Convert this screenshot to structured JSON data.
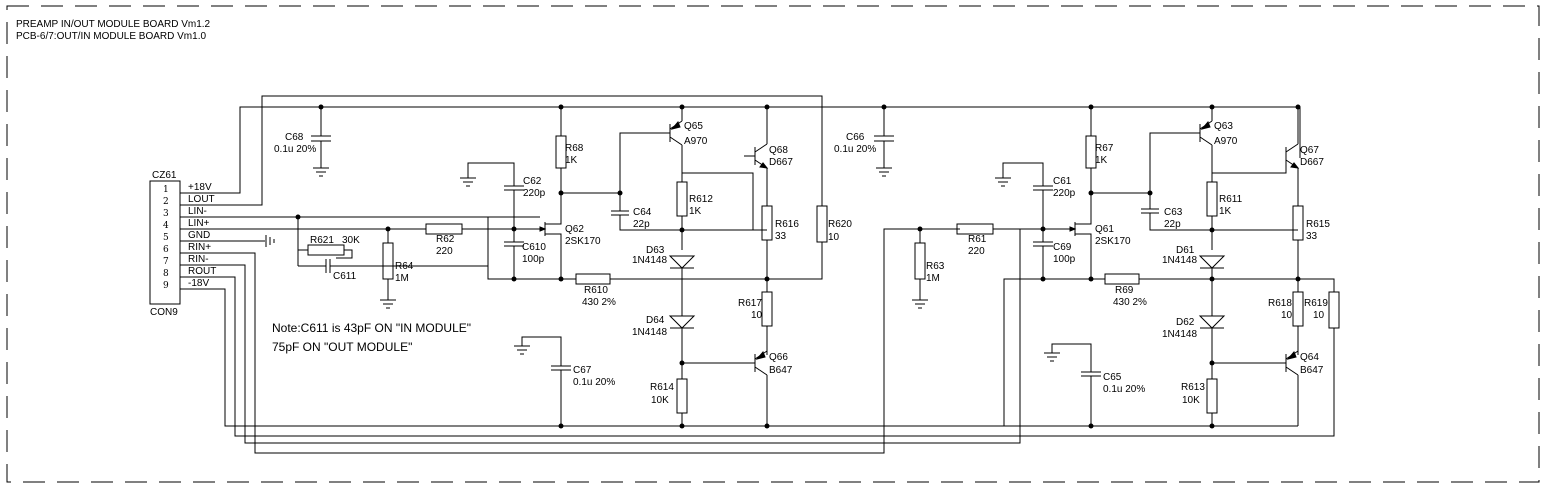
{
  "header": {
    "line1": "PREAMP IN/OUT MODULE BOARD Vm1.2",
    "line2": "PCB-6/7:OUT/IN  MODULE BOARD Vm1.0"
  },
  "connector": {
    "ref": "CZ61",
    "part": "CON9",
    "pins": [
      {
        "num": "1",
        "signal": "+18V"
      },
      {
        "num": "2",
        "signal": "LOUT"
      },
      {
        "num": "3",
        "signal": "LIN-"
      },
      {
        "num": "4",
        "signal": "LIN+"
      },
      {
        "num": "5",
        "signal": "GND"
      },
      {
        "num": "6",
        "signal": "RIN+"
      },
      {
        "num": "7",
        "signal": "RIN-"
      },
      {
        "num": "8",
        "signal": "ROUT"
      },
      {
        "num": "9",
        "signal": "-18V"
      }
    ]
  },
  "left": {
    "c68": {
      "ref": "C68",
      "value": "0.1u 20%"
    },
    "r68": {
      "ref": "R68",
      "value": "1K"
    },
    "q65": {
      "ref": "Q65",
      "part": "A970"
    },
    "q68": {
      "ref": "Q68",
      "part": "D667"
    },
    "c62": {
      "ref": "C62",
      "value": "220p"
    },
    "q62": {
      "ref": "Q62",
      "part": "2SK170"
    },
    "r612": {
      "ref": "R612",
      "value": "1K"
    },
    "c64": {
      "ref": "C64",
      "value": "22p"
    },
    "r616": {
      "ref": "R616",
      "value": "33"
    },
    "r620": {
      "ref": "R620",
      "value": "10"
    },
    "r621": {
      "ref": "R621",
      "value": "30K"
    },
    "r62": {
      "ref": "R62",
      "value": "220"
    },
    "c610": {
      "ref": "C610",
      "value": "100p"
    },
    "c611": {
      "ref": "C611"
    },
    "r64": {
      "ref": "R64",
      "value": "1M"
    },
    "d63": {
      "ref": "D63",
      "part": "1N4148"
    },
    "r610": {
      "ref": "R610",
      "value": "430 2%"
    },
    "r617": {
      "ref": "R617",
      "value": "10"
    },
    "d64": {
      "ref": "D64",
      "part": "1N4148"
    },
    "c67": {
      "ref": "C67",
      "value": "0.1u 20%"
    },
    "q66": {
      "ref": "Q66",
      "part": "B647"
    },
    "r614": {
      "ref": "R614",
      "value": "10K"
    }
  },
  "right": {
    "c66": {
      "ref": "C66",
      "value": "0.1u 20%"
    },
    "r67": {
      "ref": "R67",
      "value": "1K"
    },
    "q63": {
      "ref": "Q63",
      "part": "A970"
    },
    "q67": {
      "ref": "Q67",
      "part": "D667"
    },
    "c61": {
      "ref": "C61",
      "value": "220p"
    },
    "q61": {
      "ref": "Q61",
      "part": "2SK170"
    },
    "r611": {
      "ref": "R611",
      "value": "1K"
    },
    "c63": {
      "ref": "C63",
      "value": "22p"
    },
    "r615": {
      "ref": "R615",
      "value": "33"
    },
    "r61": {
      "ref": "R61",
      "value": "220"
    },
    "c69": {
      "ref": "C69",
      "value": "100p"
    },
    "r63": {
      "ref": "R63",
      "value": "1M"
    },
    "d61": {
      "ref": "D61",
      "part": "1N4148"
    },
    "r69": {
      "ref": "R69",
      "value": "430 2%"
    },
    "r618": {
      "ref": "R618",
      "value": "10"
    },
    "r619": {
      "ref": "R619",
      "value": "10"
    },
    "d62": {
      "ref": "D62",
      "part": "1N4148"
    },
    "c65": {
      "ref": "C65",
      "value": "0.1u 20%"
    },
    "q64": {
      "ref": "Q64",
      "part": "B647"
    },
    "r613": {
      "ref": "R613",
      "value": "10K"
    }
  },
  "note": {
    "line1": "Note:C611 is 43pF ON \"IN MODULE\"",
    "line2": "75pF ON \"OUT MODULE\""
  }
}
